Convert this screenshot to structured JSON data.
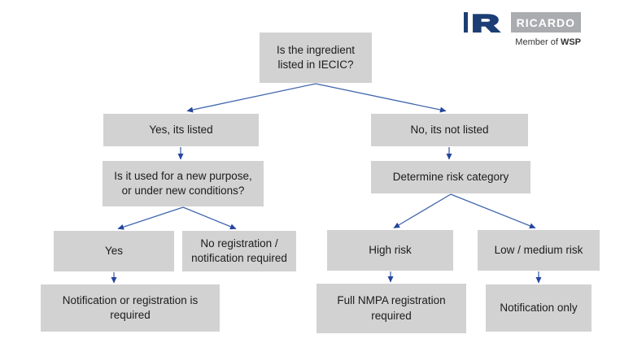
{
  "flowchart": {
    "nodes": {
      "root": "Is the ingredient listed in IECIC?",
      "yes_listed": "Yes, its listed",
      "no_listed": "No, its not listed",
      "new_purpose": "Is it used for a new purpose, or under new conditions?",
      "determine_risk": "Determine risk category",
      "yes": "Yes",
      "no_registration": "No registration / notification required",
      "notification_registration": "Notification or registration is required",
      "high_risk": "High risk",
      "low_medium_risk": "Low / medium risk",
      "full_nmpa": "Full NMPA registration required",
      "notification_only": "Notification only"
    },
    "colors": {
      "box_fill": "#d2d2d2",
      "arrow_line": "#4065ad",
      "arrow_head": "#24459e",
      "text": "#1c1c1c"
    }
  },
  "logo": {
    "mark_letter": "R",
    "brand": "RICARDO",
    "tagline_prefix": "Member of ",
    "tagline_brand": "WSP",
    "emblem_color": "#1c3e74",
    "band_color": "#a9adb0"
  }
}
